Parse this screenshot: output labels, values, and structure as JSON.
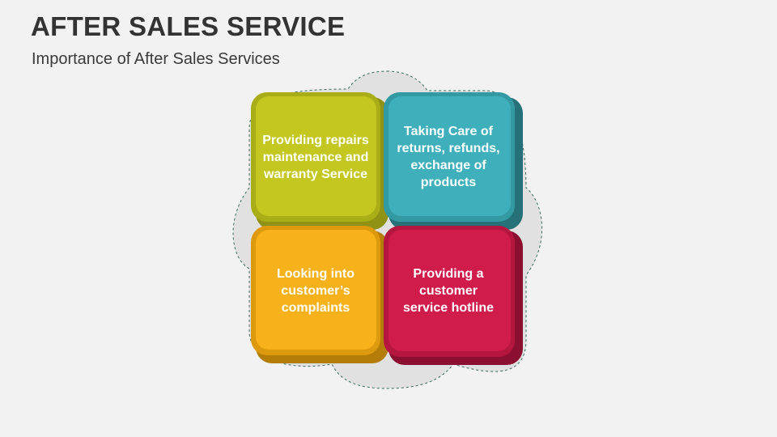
{
  "header": {
    "title": "AFTER SALES SERVICE",
    "subtitle": "Importance of After Sales Services"
  },
  "diagram": {
    "items": [
      {
        "text": "Providing repairs\nmaintenance and\nwarranty Service",
        "color": "#c3c71f",
        "shade": "#8f9215"
      },
      {
        "text": "Taking Care of\nreturns, refunds,\nexchange of\nproducts",
        "color": "#3fb0bb",
        "shade": "#267078"
      },
      {
        "text": "Looking into\ncustomer’s\ncomplaints",
        "color": "#f7b21b",
        "shade": "#b47d08"
      },
      {
        "text": "Providing a\ncustomer\nservice hotline",
        "color": "#cf1c4b",
        "shade": "#8b0f30"
      }
    ],
    "background_color": "#e1e1e1"
  }
}
